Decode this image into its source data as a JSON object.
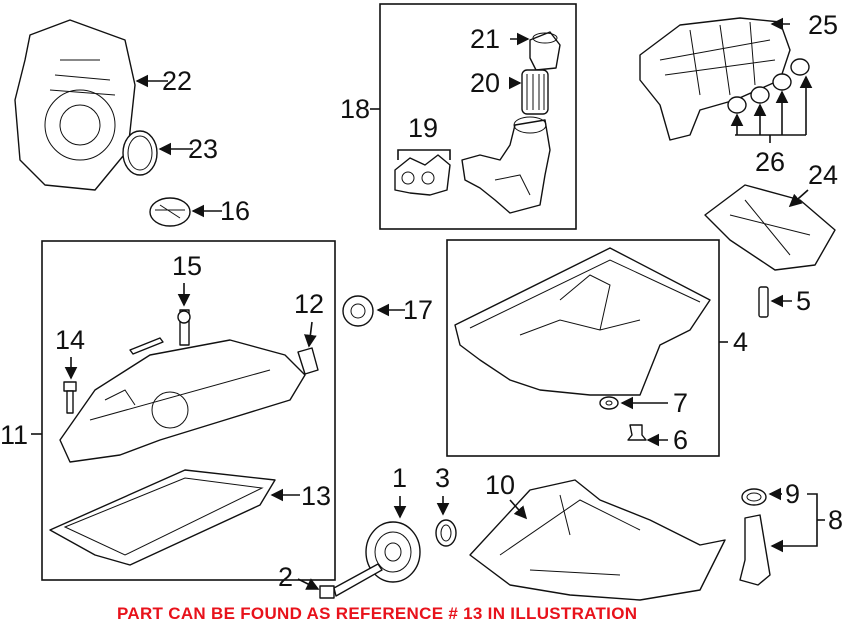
{
  "callouts": {
    "c1": "1",
    "c2": "2",
    "c3": "3",
    "c4": "4",
    "c5": "5",
    "c6": "6",
    "c7": "7",
    "c8": "8",
    "c9": "9",
    "c10": "10",
    "c11": "11",
    "c12": "12",
    "c13": "13",
    "c14": "14",
    "c15": "15",
    "c16": "16",
    "c17": "17",
    "c18": "18",
    "c19": "19",
    "c20": "20",
    "c21": "21",
    "c22": "22",
    "c23": "23",
    "c24": "24",
    "c25": "25",
    "c26": "26"
  },
  "footer_note": "PART CAN BE FOUND AS REFERENCE # 13 IN ILLUSTRATION",
  "colors": {
    "note": "#e8121b",
    "lines": "#111111"
  }
}
